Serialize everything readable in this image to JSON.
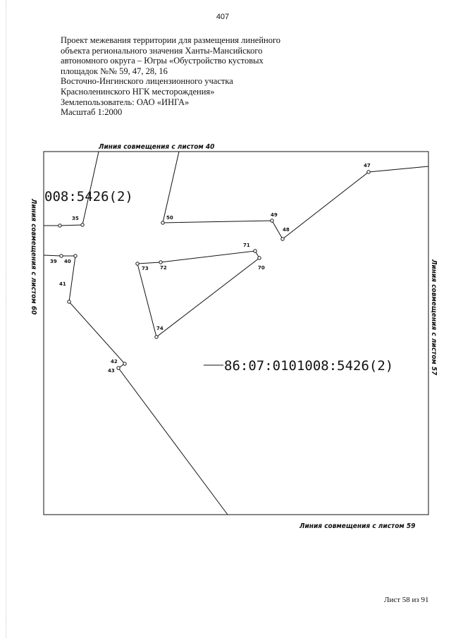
{
  "page_number": "407",
  "header": {
    "lines": [
      "Проект межевания территории для размещения линейного",
      "объекта регионального значения Ханты-Мансийского",
      "автономного  округа – Югры «Обустройство кустовых",
      "площадок №№ 59, 47, 28, 16",
      "Восточно-Ингинского  лицензионного участка",
      "Красноленинского НГК месторождения»",
      "Землепользователь: ОАО «ИНГА»",
      "Масштаб 1:2000"
    ]
  },
  "map": {
    "match_lines": {
      "top": "Линия совмещения с листом 40",
      "left": "Линия совмещения с листом 60",
      "right": "Линия совмещения с листом 57",
      "bottom": "Линия совмещения с листом 59"
    },
    "parcel_labels": {
      "partial": "008:5426(2)",
      "main": "86:07:0101008:5426(2)"
    },
    "points": [
      {
        "id": "35",
        "label": "35"
      },
      {
        "id": "39",
        "label": "39"
      },
      {
        "id": "40",
        "label": "40"
      },
      {
        "id": "41",
        "label": "41"
      },
      {
        "id": "42",
        "label": "42"
      },
      {
        "id": "43",
        "label": "43"
      },
      {
        "id": "47",
        "label": "47"
      },
      {
        "id": "48",
        "label": "48"
      },
      {
        "id": "49",
        "label": "49"
      },
      {
        "id": "50",
        "label": "50"
      },
      {
        "id": "70",
        "label": "70"
      },
      {
        "id": "71",
        "label": "71"
      },
      {
        "id": "72",
        "label": "72"
      },
      {
        "id": "73",
        "label": "73"
      },
      {
        "id": "74",
        "label": "74"
      }
    ]
  },
  "footer": {
    "sheet": "Лист 58 из 91"
  }
}
